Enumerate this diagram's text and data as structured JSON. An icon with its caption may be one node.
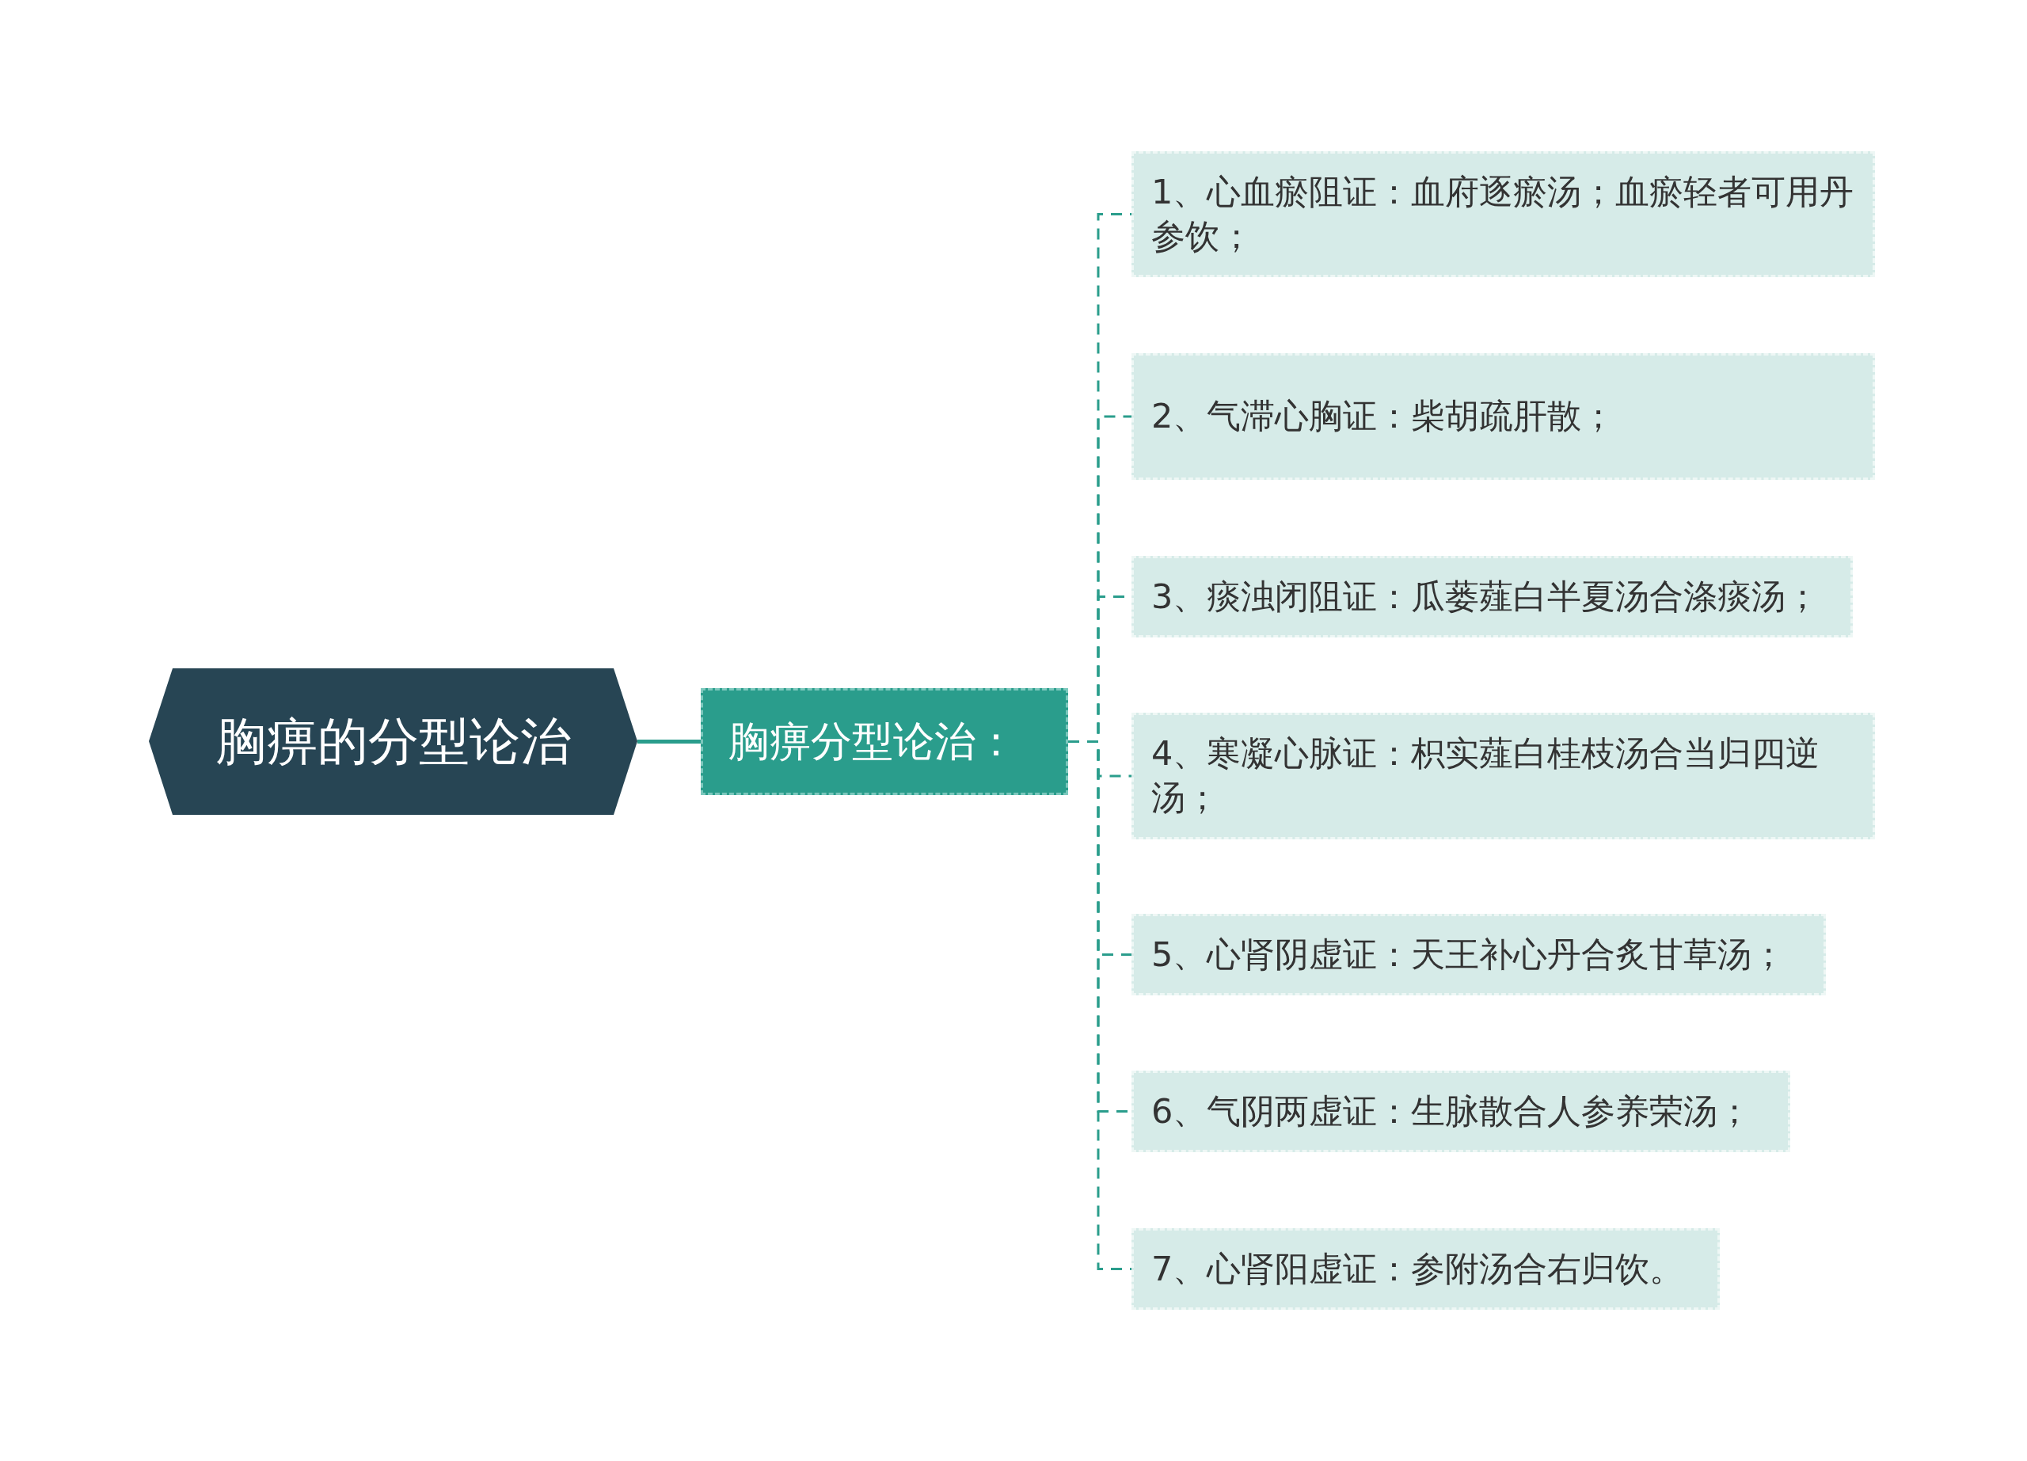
{
  "diagram": {
    "nodes": [
      {
        "text": [
          "胸痹的分型论治"
        ]
      },
      {
        "text": [
          "胸痹分型论治："
        ]
      },
      {
        "text": [
          "1、心血瘀阻证：血府逐瘀汤；血瘀轻者可用丹参饮；"
        ]
      },
      {
        "text": [
          "2、气滞心胸证：柴胡疏肝散；"
        ]
      },
      {
        "text": [
          "3、痰浊闭阻证：瓜蒌薤白半夏汤合涤痰汤；"
        ]
      },
      {
        "text": [
          "4、寒凝心脉证：枳实薤白桂枝汤合当归四逆汤；"
        ]
      },
      {
        "text": [
          "5、心肾阴虚证：天王补心丹合炙甘草汤；"
        ]
      },
      {
        "text": [
          "6、气阴两虚证：生脉散合人参养荣汤；"
        ]
      },
      {
        "text": [
          "7、心肾阳虚证：参附汤合右归饮。"
        ]
      }
    ],
    "edges": [
      {
        "from": 0,
        "to": 1,
        "arrow": "none"
      },
      {
        "from": 1,
        "to": 2,
        "arrow": "none",
        "style": "dashed"
      },
      {
        "from": 1,
        "to": 3,
        "arrow": "none",
        "style": "dashed"
      },
      {
        "from": 1,
        "to": 4,
        "arrow": "none",
        "style": "dashed"
      },
      {
        "from": 1,
        "to": 5,
        "arrow": "none",
        "style": "dashed"
      },
      {
        "from": 1,
        "to": 6,
        "arrow": "none",
        "style": "dashed"
      },
      {
        "from": 1,
        "to": 7,
        "arrow": "none",
        "style": "dashed"
      },
      {
        "from": 1,
        "to": 8,
        "arrow": "none",
        "style": "dashed"
      }
    ]
  }
}
